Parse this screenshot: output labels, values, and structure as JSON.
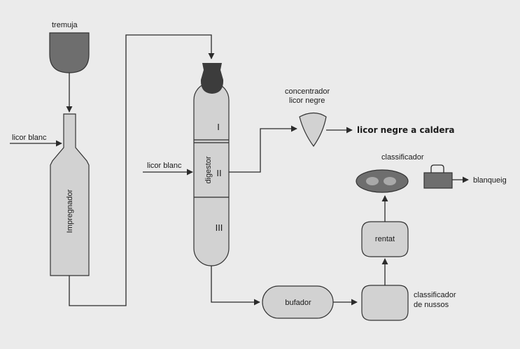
{
  "labels": {
    "hopper": "tremuja",
    "white_liquor_left": "licor blanc",
    "impregnator": "Impregnador",
    "white_liquor_digester": "licor blanc",
    "digester": "digestor",
    "zone_1": "I",
    "zone_2": "II",
    "zone_3": "III",
    "concentrator_line1": "concentrador",
    "concentrator_line2": "licor negre",
    "black_liquor_output": "licor negre a caldera",
    "classifier_top": "classificador",
    "bleaching": "blanqueig",
    "washer": "rentat",
    "blower": "bufador",
    "knot_classifier_line1": "classificador",
    "knot_classifier_line2": "de nussos"
  },
  "colors": {
    "background": "#ebebeb",
    "vessel_fill": "#d2d2d2",
    "dark_fill": "#6e6e6e",
    "cap_fill": "#3c3c3c",
    "line": "#2b2b2b"
  }
}
